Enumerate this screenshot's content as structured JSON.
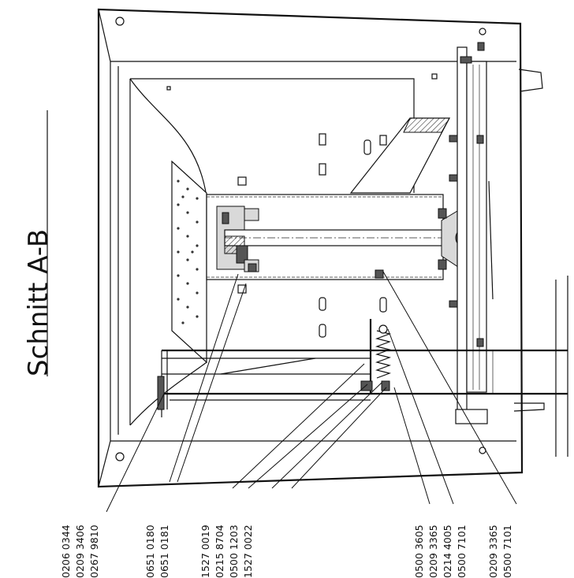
{
  "title": "Schnitt   A-B",
  "part_groups": [
    {
      "name": "group-1",
      "lines": [
        "0206   0344",
        "0209   3406",
        "0267   9810"
      ]
    },
    {
      "name": "group-2",
      "lines": [
        "0651   0180",
        "0651   0181"
      ]
    },
    {
      "name": "group-3",
      "lines": [
        "1527   0019",
        "0215   8704",
        "0500   1203",
        "1527   0022"
      ]
    },
    {
      "name": "group-4",
      "lines": [
        "0500   3605",
        "0209   3365",
        "0214   4005",
        "0500   7101",
        "0209   3365",
        "0500   7101"
      ]
    }
  ]
}
